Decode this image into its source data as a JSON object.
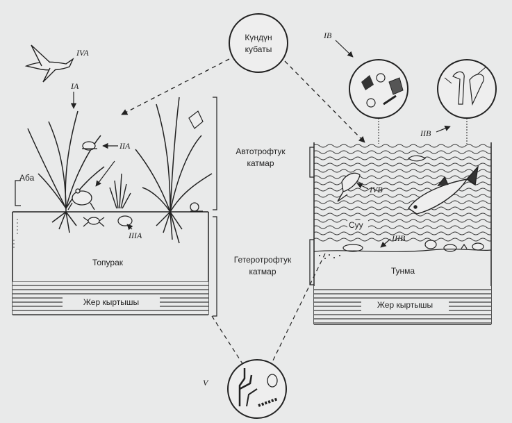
{
  "sun": {
    "line1": "Күндүн",
    "line2": "кубаты"
  },
  "land": {
    "air": "Аба",
    "soil": "Топурак",
    "crust": "Жер кыртышы"
  },
  "water": {
    "water": "Суу",
    "sediment": "Тунма",
    "crust": "Жер кыртышы"
  },
  "layers": {
    "autotrophic": {
      "line1": "Автотрофтук",
      "line2": "катмар"
    },
    "heterotrophic": {
      "line1": "Гетеротрофтук",
      "line2": "катмар"
    }
  },
  "markers": {
    "IVA": "IVA",
    "IA": "IA",
    "IIA": "IIA",
    "IIIA": "IIIA",
    "IB": "IB",
    "IIB": "IIB",
    "IVB": "IVB",
    "IIIB": "IIIB",
    "V": "V"
  }
}
